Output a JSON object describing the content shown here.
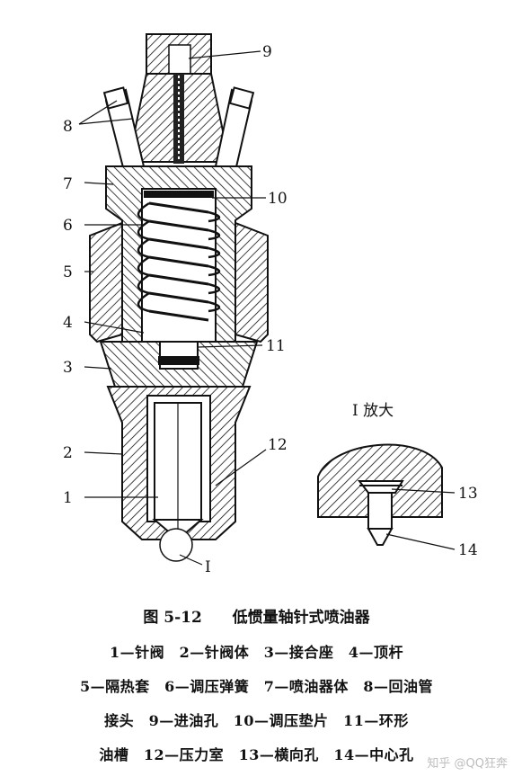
{
  "figure": {
    "zoom_title": "I 放大",
    "detail_marker": "I",
    "labels": {
      "n1": "1",
      "n2": "2",
      "n3": "3",
      "n4": "4",
      "n5": "5",
      "n6": "6",
      "n7": "7",
      "n8": "8",
      "n9": "9",
      "n10": "10",
      "n11": "11",
      "n12": "12",
      "n13": "13",
      "n14": "14"
    }
  },
  "caption": {
    "number": "图 5-12",
    "title": "低惯量轴针式喷油器"
  },
  "legend_lines": [
    "1—针阀　2—针阀体　3—接合座　4—顶杆",
    "5—隔热套　6—调压弹簧　7—喷油器体　8—回油管",
    "接头　9—进油孔　10—调压垫片　11—环形",
    "油槽　12—压力室　13—横向孔　14—中心孔"
  ],
  "watermark": "知乎 @QQ狂奔"
}
